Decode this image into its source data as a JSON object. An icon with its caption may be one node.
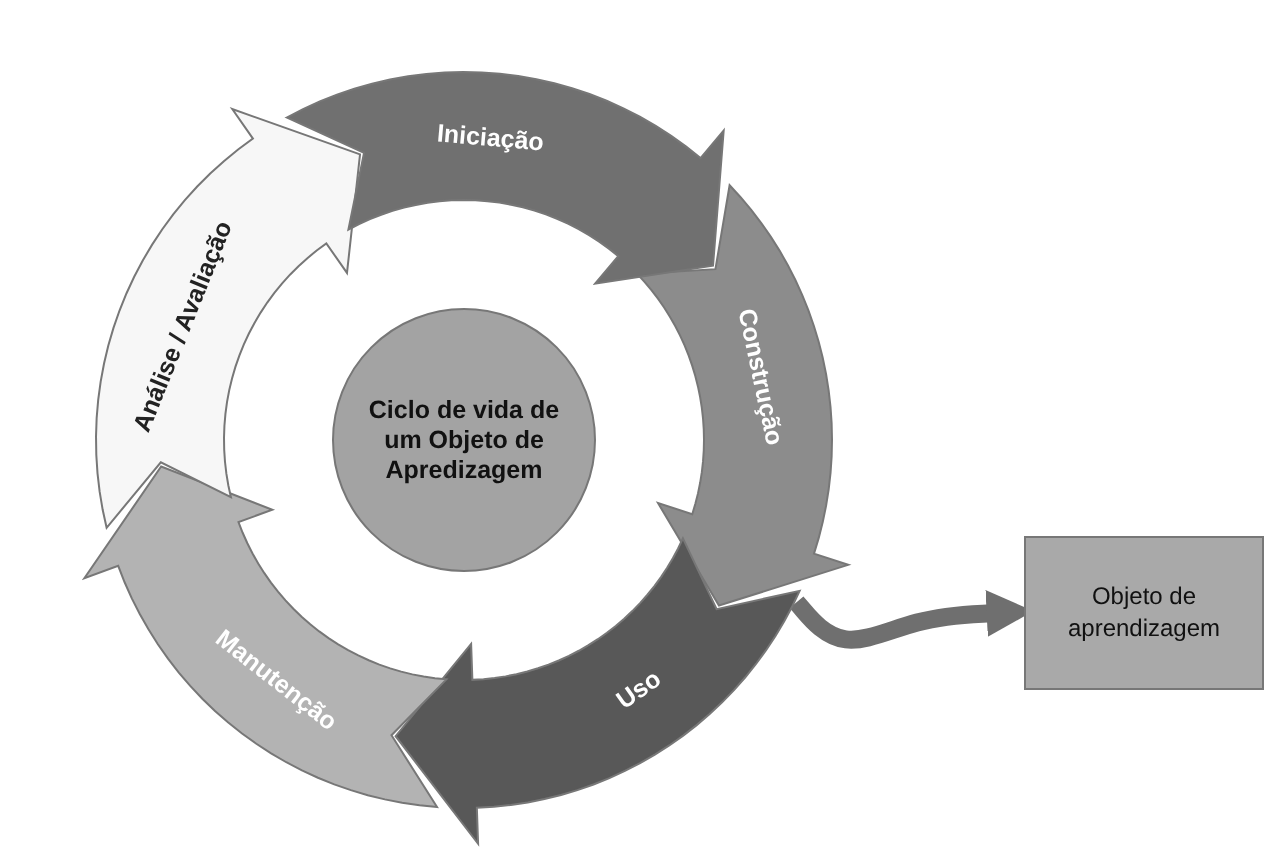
{
  "diagram": {
    "nodes": [
      {
        "text": [
          "Ciclo de vida de um Objeto de Apredizagem"
        ]
      },
      {
        "text": [
          "Iniciação"
        ]
      },
      {
        "text": [
          "Construção"
        ]
      },
      {
        "text": [
          "Uso"
        ]
      },
      {
        "text": [
          "Manutenção"
        ]
      },
      {
        "text": [
          "Análise / Avaliação"
        ]
      },
      {
        "text": [
          "Objeto de aprendizagem"
        ]
      }
    ],
    "edges": [
      {
        "from": 2,
        "to": 6,
        "arrow": "to"
      }
    ]
  }
}
